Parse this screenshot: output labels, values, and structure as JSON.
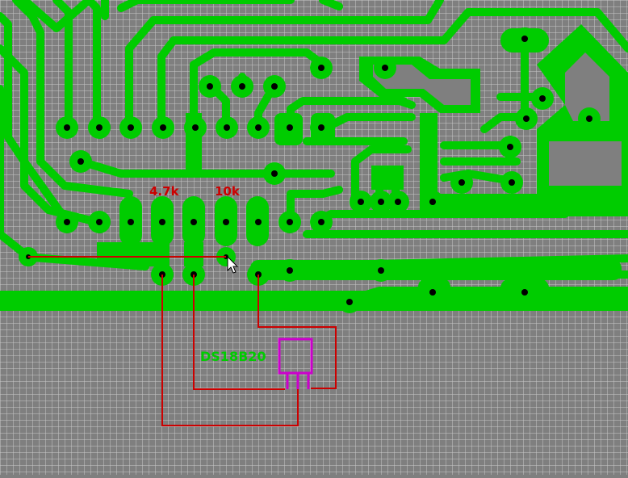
{
  "board": {
    "trace_color": "#00cc00",
    "grid_color": "#c8c8c8",
    "background_color": "#7f7f7f",
    "wire_color": "#cc0000",
    "outline_color": "#cc00cc",
    "hole_color": "#000000"
  },
  "labels": {
    "r1": "4.7k",
    "r2": "10k",
    "component": "DS18B20"
  },
  "cursor": {
    "icon": "arrow-cursor-icon"
  }
}
